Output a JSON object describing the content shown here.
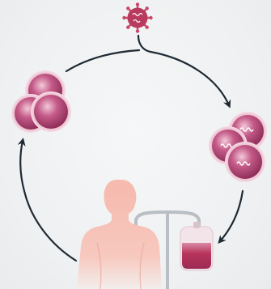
{
  "diagram": {
    "elements": [
      {
        "id": "virus",
        "icon": "virus-icon"
      },
      {
        "id": "healthy-cells",
        "icon": "cell-cluster-icon"
      },
      {
        "id": "infected-cells",
        "icon": "infected-cell-cluster-icon"
      },
      {
        "id": "patient",
        "icon": "human-torso-icon"
      },
      {
        "id": "iv-bag",
        "icon": "iv-bag-icon"
      }
    ],
    "arrows": [
      {
        "from": "virus",
        "to": "infected-cells",
        "direction": "clockwise"
      },
      {
        "from": "infected-cells",
        "to": "iv-bag",
        "direction": "clockwise"
      },
      {
        "from": "patient",
        "to": "healthy-cells",
        "direction": "clockwise"
      },
      {
        "from": "healthy-cells",
        "to": "infected-cells",
        "direction": "clockwise"
      }
    ],
    "colors": {
      "cell_fill": "#b04a78",
      "cell_highlight": "#e7b3c8",
      "cell_rim": "#f1cbd9",
      "virus": "#b83a5c",
      "virus_spike": "#c9486a",
      "body": "#f4b0a3",
      "iv_pole": "#b9bfc4",
      "iv_fluid": "#b8365e",
      "arrow": "#1f2a33",
      "background": "#eef0f1"
    }
  }
}
